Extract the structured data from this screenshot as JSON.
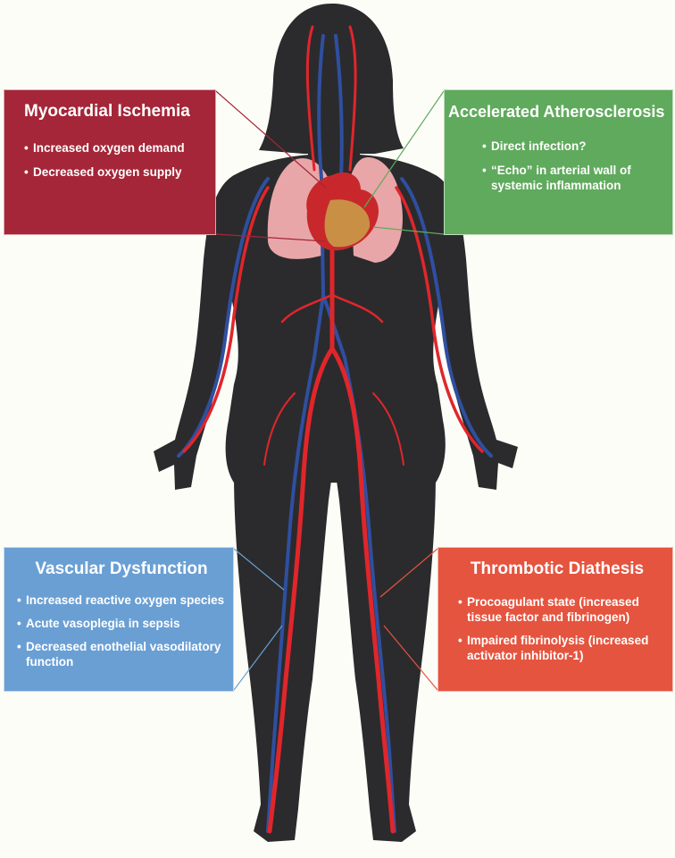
{
  "boxes": {
    "ischemia": {
      "title": "Myocardial Ischemia",
      "bullets": [
        "Increased oxygen demand",
        "Decreased oxygen supply"
      ],
      "color": "#a42638"
    },
    "athero": {
      "title": "Accelerated Atherosclerosis",
      "bullets": [
        "Direct infection?",
        "“Echo” in arterial wall of systemic inflammation"
      ],
      "color": "#5faa5c"
    },
    "vascular": {
      "title": "Vascular Dysfunction",
      "bullets": [
        "Increased reactive oxygen species",
        "Acute vasoplegia in sepsis",
        "Decreased enothelial vasodilatory function"
      ],
      "color": "#6a9fd4"
    },
    "thrombotic": {
      "title": "Thrombotic Diathesis",
      "bullets": [
        "Procoagulant state (increased tissue factor and fibrinogen)",
        "Impaired fibrinolysis  (increased activator inhibitor-1)"
      ],
      "color": "#e5543f"
    }
  },
  "colors": {
    "body": "#2b2b2d",
    "artery": "#e0262b",
    "vein": "#2f4fa0",
    "lung": "#e8a6a8",
    "heart": "#c8282b"
  }
}
